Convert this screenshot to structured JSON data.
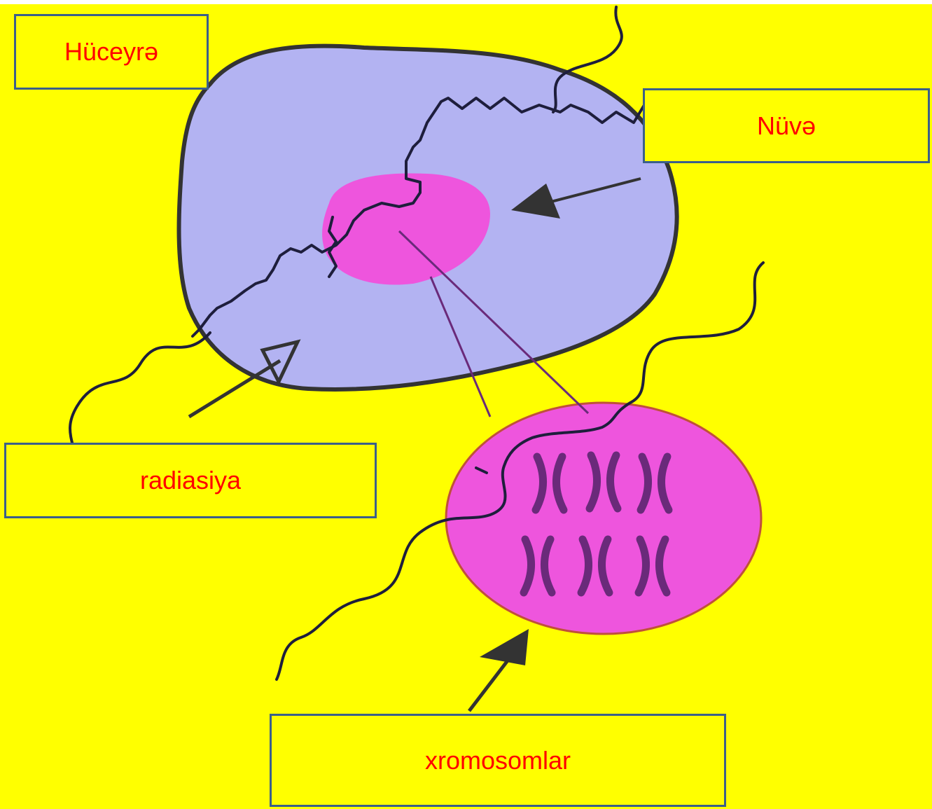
{
  "colors": {
    "background": "#ffff00",
    "label_fill": "#ffff00",
    "label_border": "#3b5f8a",
    "label_text": "#ff0000",
    "cell_fill": "#b3b3f2",
    "cell_outline": "#333333",
    "nucleus_fill": "#ee55dd",
    "chromosome": "#6a2a7a",
    "radiation_wave": "#1e1e3c",
    "arrow": "#333333"
  },
  "labels": {
    "cell": "Hüceyrə",
    "nucleus": "Nüvə",
    "radiation": "radiasiya",
    "chromosomes": "xromosomlar"
  },
  "icons": {
    "chromosome": "x-shaped-chromosome",
    "radiation": "wavy-line",
    "pointer": "arrow"
  }
}
